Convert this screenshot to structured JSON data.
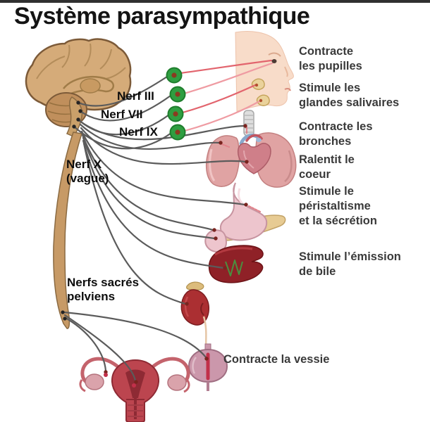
{
  "title": "Système parasympathique",
  "nerve_labels": [
    {
      "id": "nerf-iii",
      "text": "Nerf III"
    },
    {
      "id": "nerf-vii",
      "text": "Nerf VII"
    },
    {
      "id": "nerf-ix",
      "text": "Nerf IX"
    },
    {
      "id": "nerf-x",
      "text": "Nerf X\n(vague)"
    },
    {
      "id": "nerfs-sacres-pelviens",
      "text": "Nerfs sacrés\npelviens"
    }
  ],
  "effect_labels": [
    {
      "id": "pupilles",
      "text": "Contracte\nles pupilles"
    },
    {
      "id": "glandes-salivaires",
      "text": "Stimule les\nglandes salivaires"
    },
    {
      "id": "bronches",
      "text": "Contracte les\nbronches"
    },
    {
      "id": "coeur",
      "text": "Ralentit le\ncoeur"
    },
    {
      "id": "peristaltisme",
      "text": "Stimule le\npéristaltisme\net la sécrétion"
    },
    {
      "id": "bile",
      "text": "Stimule l’émission\nde bile"
    },
    {
      "id": "vessie",
      "text": "Contracte la vessie"
    }
  ],
  "colors": {
    "ganglion_green": "#2f9e41",
    "nerve_gray": "#5b5b5b",
    "nerve_red": "#e2646d",
    "brain_tan": "#d5ab79",
    "lung_pink": "#e0a3a3",
    "liver_red": "#8f2127"
  }
}
